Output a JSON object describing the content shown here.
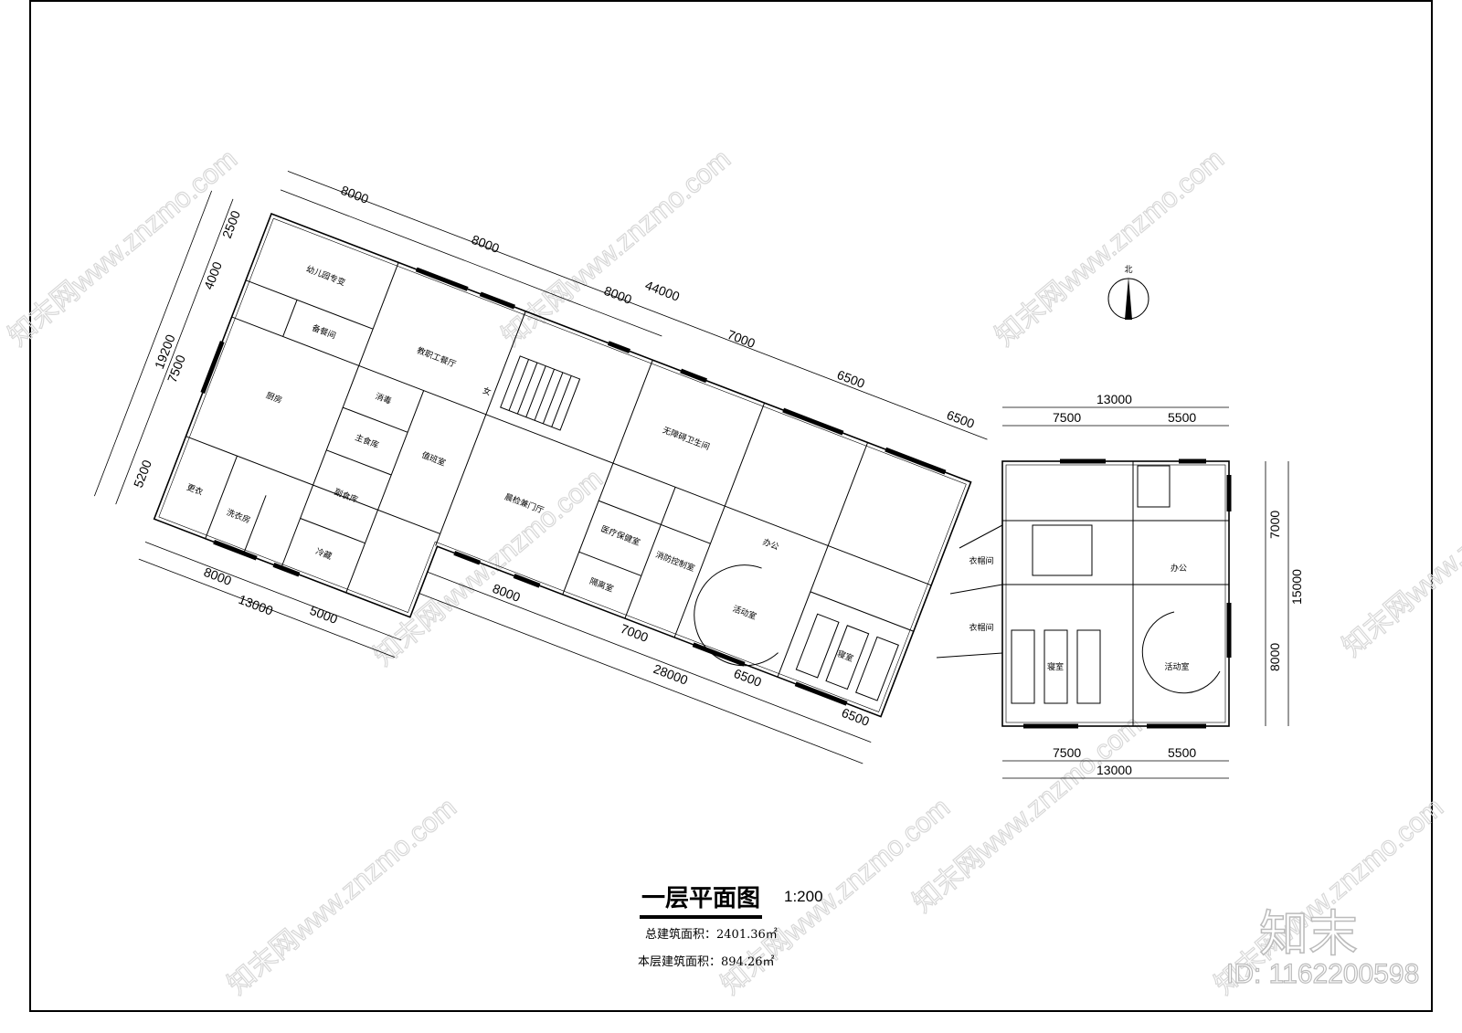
{
  "drawing": {
    "title": "一层平面图",
    "scale": "1:200",
    "total_area": "总建筑面积：2401.36㎡",
    "floor_area": "本层建筑面积：894.26㎡",
    "compass_label": "北"
  },
  "main_building": {
    "rooms": [
      "幼儿园专变",
      "备餐间",
      "教职工餐厅",
      "厨房",
      "消毒",
      "主食库",
      "值班室",
      "更衣",
      "洗衣房",
      "副食库",
      "冷藏",
      "晨检兼门厅",
      "医疗保健室",
      "隔离室",
      "消防控制室",
      "无障碍卫生间",
      "办公",
      "活动室",
      "寝室",
      "女"
    ],
    "dims_top": [
      "8000",
      "8000",
      "8000",
      "44000",
      "7000",
      "6500",
      "6500"
    ],
    "dims_left": [
      "2500",
      "4000",
      "19200",
      "7500",
      "5200"
    ],
    "dims_bottom": [
      "8000",
      "13000",
      "5000",
      "8000",
      "7000",
      "28000",
      "6500",
      "6500"
    ]
  },
  "annex": {
    "rooms": [
      "衣帽间",
      "衣帽间",
      "办公",
      "寝室",
      "活动室"
    ],
    "dims_top": [
      "13000",
      "7500",
      "5500"
    ],
    "dims_right": [
      "7000",
      "15000",
      "8000"
    ],
    "dims_bottom": [
      "7500",
      "5500",
      "13000"
    ]
  },
  "watermark": {
    "text": "知末网www.znzmo.com",
    "logo": "知末",
    "id": "ID: 1162200598"
  }
}
